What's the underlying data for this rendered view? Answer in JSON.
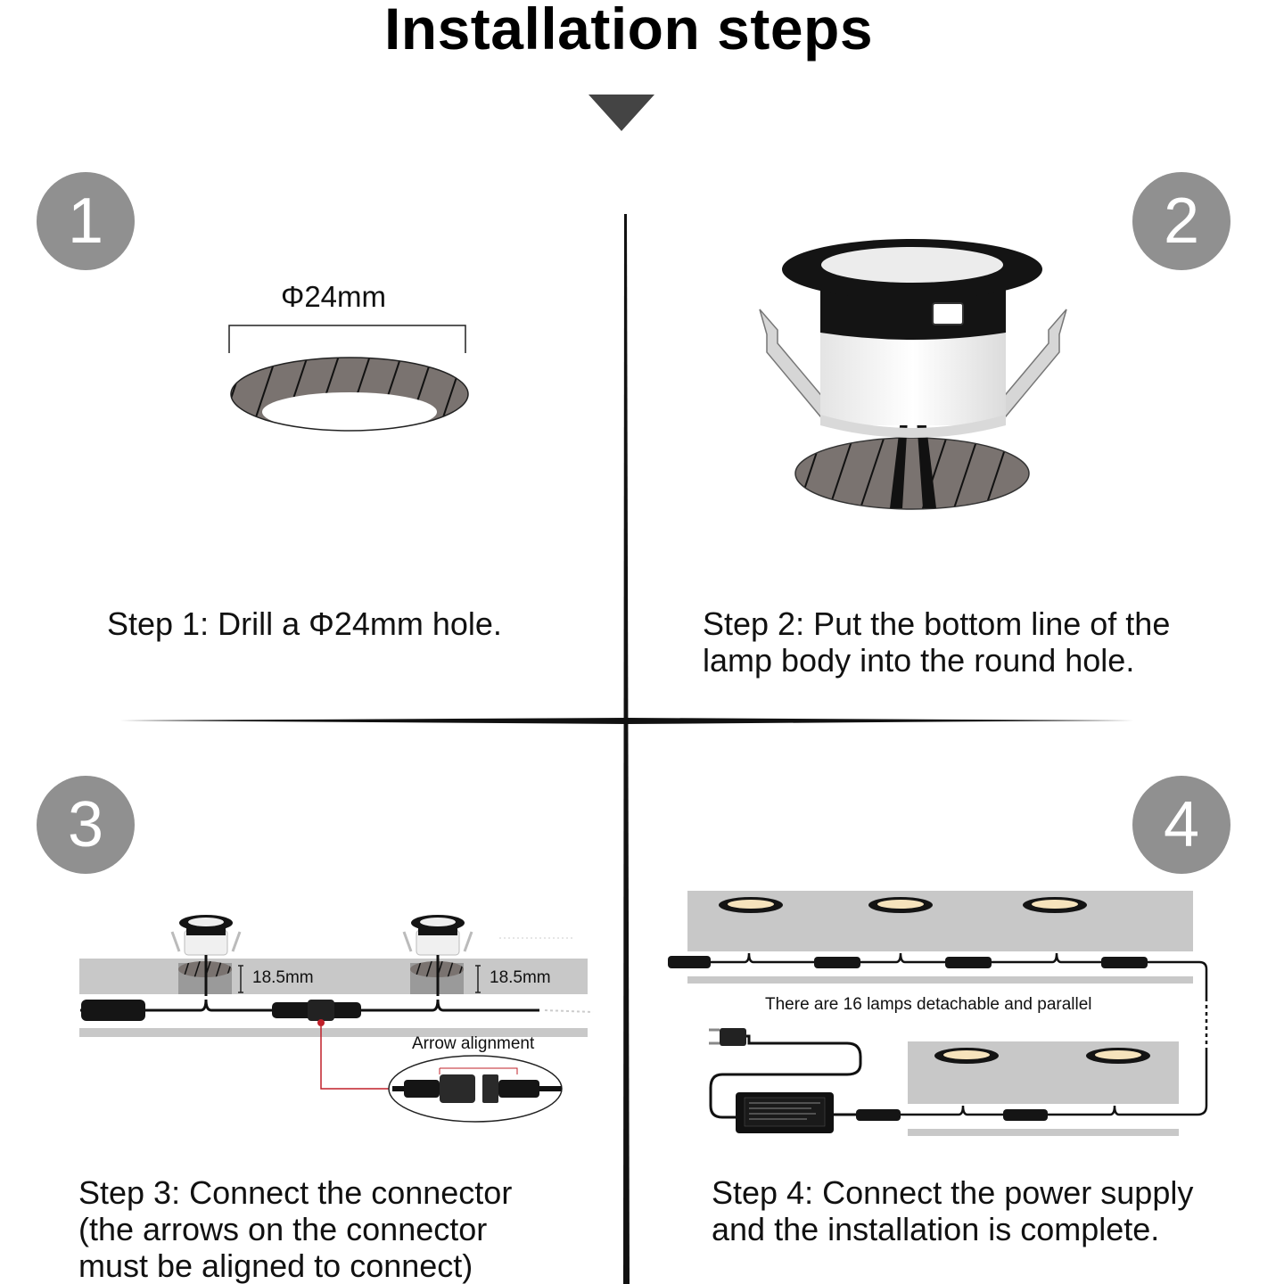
{
  "header": {
    "title": "Installation steps"
  },
  "steps": [
    {
      "number": "1",
      "text": "Step 1: Drill a Φ24mm hole.",
      "dimension": "Φ24mm"
    },
    {
      "number": "2",
      "text": "Step 2: Put the bottom line of the\nlamp body into the round hole."
    },
    {
      "number": "3",
      "text": "Step 3: Connect the connector\n(the arrows on the connector\nmust be aligned to connect)",
      "depth_label_left": "18.5mm",
      "depth_label_right": "18.5mm",
      "callout": "Arrow alignment"
    },
    {
      "number": "4",
      "text": "Step 4: Connect the power supply\nand the installation is complete.",
      "note": "There are 16 lamps detachable and parallel"
    }
  ],
  "colors": {
    "badge": "#909090",
    "divider": "#111111",
    "deck": "#c8c8c8",
    "hatch": "#7a7370",
    "lamp_glow": "#f6e3bc"
  }
}
